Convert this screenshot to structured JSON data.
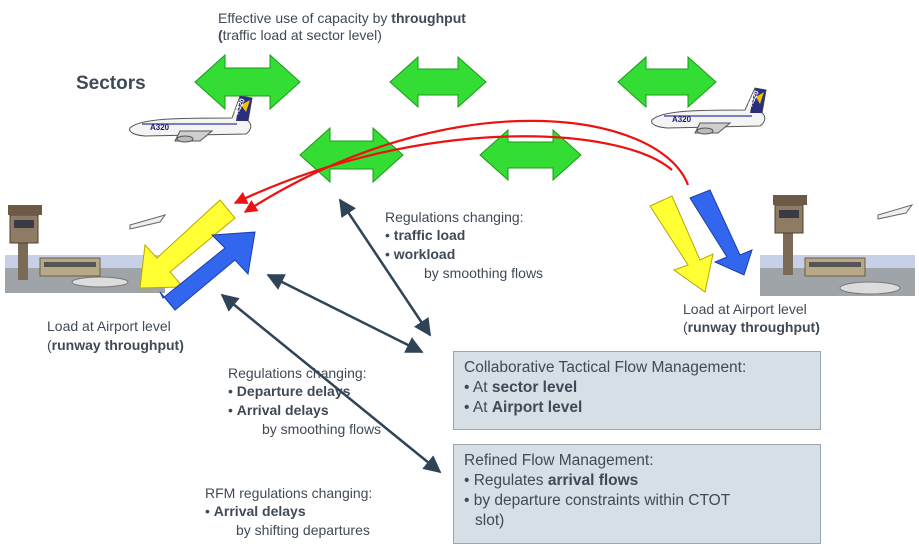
{
  "header": {
    "line1_prefix": "Effective use of capacity by ",
    "line1_bold": "throughput",
    "line2_paren": "(",
    "line2_rest": "traffic load at sector level)"
  },
  "sectors_label": "Sectors",
  "regulations_center": {
    "title": "Regulations changing:",
    "item1": "traffic load",
    "item2": "workload",
    "tail": "by smoothing flows"
  },
  "load_left": {
    "line1": "Load at Airport level",
    "open": "(",
    "bold": "runway throughput",
    "close": ")"
  },
  "load_right": {
    "line1": "Load at Airport level",
    "open": "(",
    "bold": "runway throughput",
    "close": ")"
  },
  "regulations_left": {
    "title": "Regulations changing:",
    "item1": "Departure delays",
    "item2": "Arrival delays",
    "tail": "by smoothing flows"
  },
  "rfm": {
    "title": "RFM regulations changing:",
    "item1": "Arrival delays",
    "tail": "by shifting departures"
  },
  "ctfm_box": {
    "title": "Collaborative Tactical Flow Management:",
    "l1_prefix": "At ",
    "l1_bold": "sector level",
    "l2_prefix": "At ",
    "l2_bold": "Airport level"
  },
  "rfm_box": {
    "title": "Refined Flow Management:",
    "l1_prefix": "Regulates ",
    "l1_bold": "arrival flows",
    "l2": "by departure constraints within CTOT",
    "l3": "slot)"
  },
  "plane_text": {
    "left_tail": "A320",
    "right_tail": "A320",
    "left_fuselage": "A320",
    "right_fuselage": "A320"
  },
  "colors": {
    "green": "#33dd33",
    "yellow": "#ffff33",
    "blue": "#3366ee",
    "red": "#ee1111",
    "navy": "#2f4457",
    "box": "#d6dee6"
  }
}
